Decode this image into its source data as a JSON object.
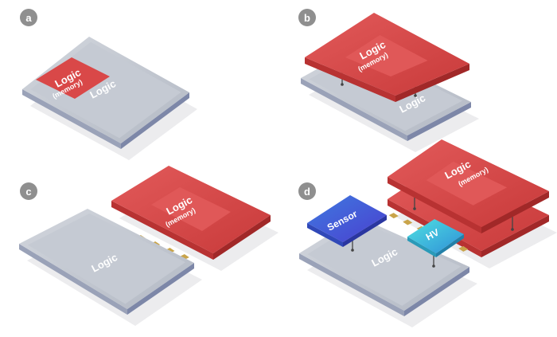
{
  "panels": [
    {
      "label": "a",
      "chips": {
        "logic": "Logic",
        "memory": "Logic",
        "memory_sub": "(memory)"
      }
    },
    {
      "label": "b",
      "chips": {
        "logic": "Logic",
        "memory": "Logic",
        "memory_sub": "(memory)"
      }
    },
    {
      "label": "c",
      "chips": {
        "logic": "Logic",
        "memory": "Logic",
        "memory_sub": "(memory)"
      }
    },
    {
      "label": "d",
      "chips": {
        "logic": "Logic",
        "memory": "Logic",
        "memory_sub": "(memory)",
        "sensor": "Sensor",
        "hv": "HV"
      }
    }
  ],
  "colors": {
    "logic": "#c3c8d2",
    "memory": "#d94848",
    "sensor": "#3a5fd8",
    "hv": "#38c5d8",
    "pad": "#c9a44a",
    "badge": "#8f8f8f"
  }
}
